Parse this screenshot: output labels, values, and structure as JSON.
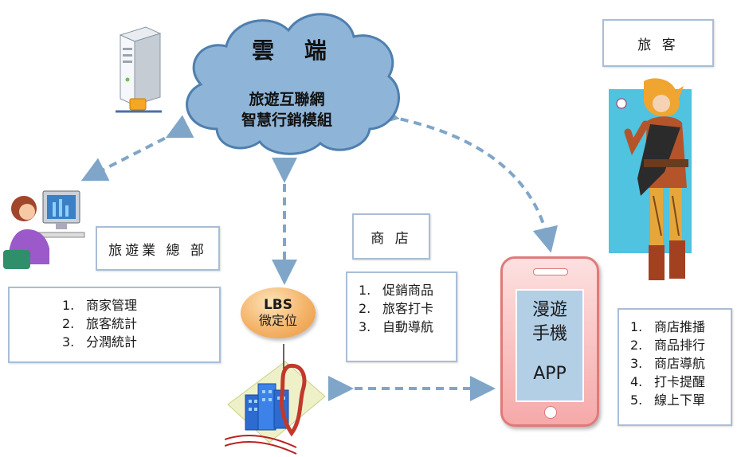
{
  "cloud": {
    "title": "雲 端",
    "subtitle_line1": "旅遊互聯網",
    "subtitle_line2": "智慧行銷模組"
  },
  "hq": {
    "label": "旅遊業 總 部",
    "items": [
      "商家管理",
      "旅客統計",
      "分潤統計"
    ]
  },
  "store": {
    "label": "商 店",
    "items": [
      "促銷商品",
      "旅客打卡",
      "自動導航"
    ]
  },
  "lbs": {
    "line1": "LBS",
    "line2": "微定位"
  },
  "phone": {
    "line1": "漫遊",
    "line2": "手機",
    "line3": "APP"
  },
  "traveler": {
    "label": "旅 客",
    "items": [
      "商店推播",
      "商品排行",
      "商店導航",
      "打卡提醒",
      "線上下單"
    ]
  },
  "numbers": [
    "1.",
    "2.",
    "3.",
    "4.",
    "5."
  ],
  "colors": {
    "cloud_fill": "#8eb4d8",
    "cloud_stroke": "#4f7fae",
    "arrow": "#7fa6c9",
    "box_border": "#a9bdd6",
    "lbs_fill": "#f4b46a",
    "phone_fill": "#f6a9a9",
    "phone_screen": "#b3cfe6"
  },
  "icons": [
    "server-icon",
    "office-worker-icon",
    "city-map-icon",
    "traveler-illustration"
  ]
}
